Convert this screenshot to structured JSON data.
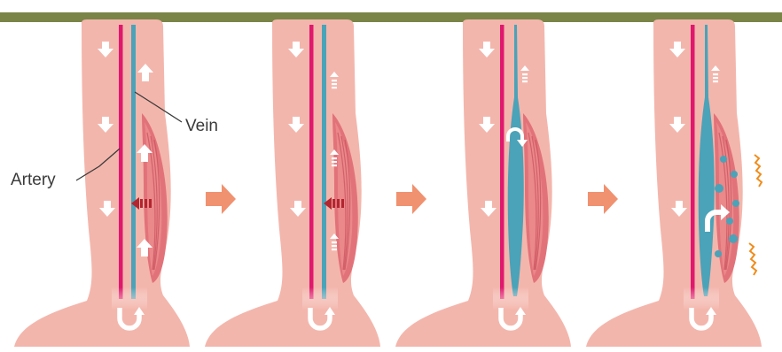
{
  "labels": {
    "vein": "Vein",
    "artery": "Artery"
  },
  "colors": {
    "top_bar": "#7a8447",
    "skin": "#f3b6ac",
    "artery": "#e0186e",
    "vein": "#4aa3b8",
    "muscle": "#e2727a",
    "muscle_highlight": "#f09a98",
    "step_arrow": "#f09170",
    "pressure_arrow": "#b3262f",
    "blood_drop": "#4aa3b8",
    "pain_lines": "#f08c1a",
    "flow_arrow": "#ffffff"
  },
  "panels": [
    {
      "id": "calf-muscle-relaxed",
      "vein_dilated": false,
      "muscle_pump_arrow": true,
      "valve_open": false,
      "pooling": false
    },
    {
      "id": "calf-muscle-contracting",
      "vein_dilated": false,
      "muscle_pump_arrow": true,
      "valve_open": false,
      "pooling": false
    },
    {
      "id": "blood-backflow",
      "vein_dilated": true,
      "muscle_pump_arrow": false,
      "valve_open": true,
      "pooling": false
    },
    {
      "id": "blood-pooling-swelling",
      "vein_dilated": true,
      "muscle_pump_arrow": false,
      "valve_open": true,
      "pooling": true
    }
  ],
  "step_arrows": [
    "step-arrow-1",
    "step-arrow-2",
    "step-arrow-3"
  ]
}
